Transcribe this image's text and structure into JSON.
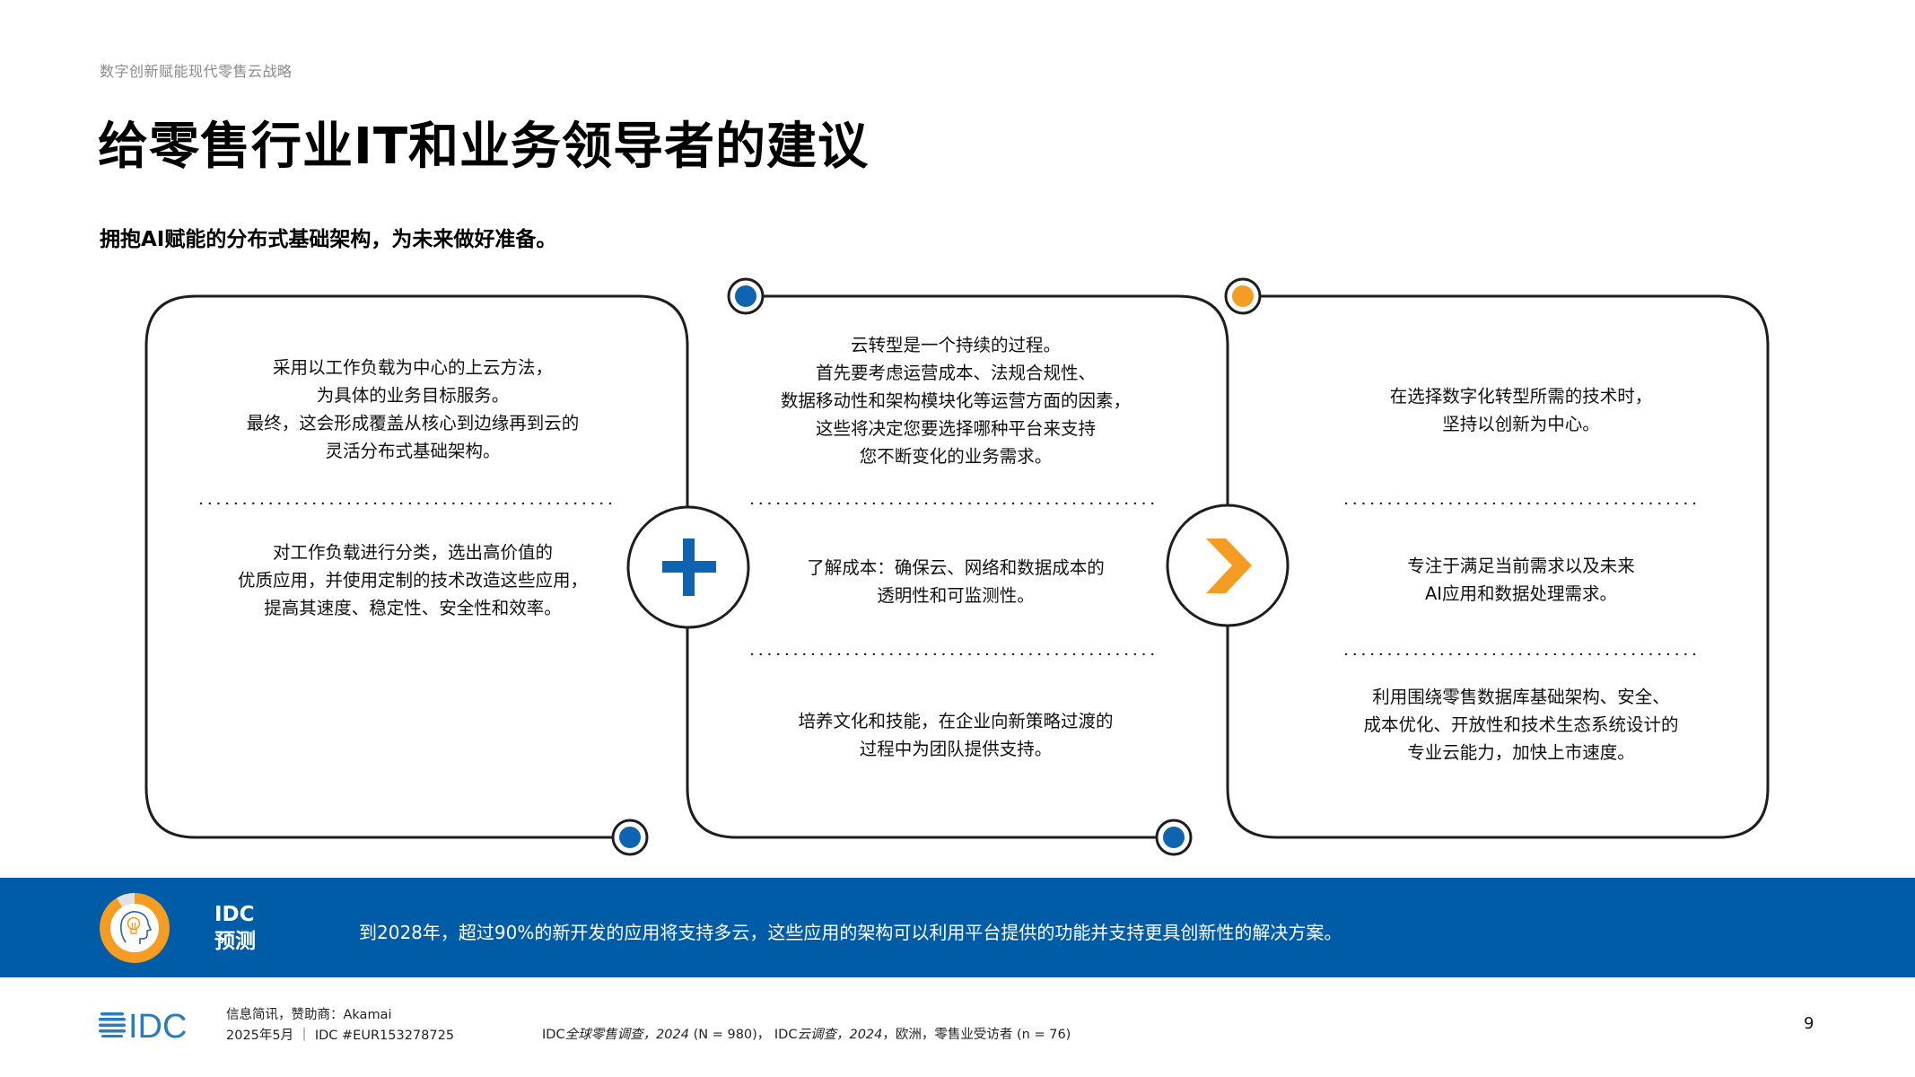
{
  "header": {
    "kicker": "数字创新赋能现代零售云战略",
    "title": "给零售行业IT和业务领导者的建议",
    "subtitle": "拥抱AI赋能的分布式基础架构，为未来做好准备。"
  },
  "colors": {
    "blue": "#0e64b0",
    "orange": "#f59c22",
    "banner": "#005ca6",
    "stroke": "#1e1e1e"
  },
  "cards": [
    {
      "blocks": [
        [
          "采用以工作负载为中心的上云方法，",
          "为具体的业务目标服务。",
          "最终，这会形成覆盖从核心到边缘再到云的",
          "灵活分布式基础架构。"
        ],
        [
          "对工作负载进行分类，选出高价值的",
          "优质应用，并使用定制的技术改造这些应用，",
          "提高其速度、稳定性、安全性和效率。"
        ]
      ]
    },
    {
      "blocks": [
        [
          "云转型是一个持续的过程。",
          "首先要考虑运营成本、法规合规性、",
          "数据移动性和架构模块化等运营方面的因素，",
          "这些将决定您要选择哪种平台来支持",
          "您不断变化的业务需求。"
        ],
        [
          "了解成本：确保云、网络和数据成本的",
          "透明性和可监测性。"
        ],
        [
          "培养文化和技能，在企业向新策略过渡的",
          "过程中为团队提供支持。"
        ]
      ]
    },
    {
      "blocks": [
        [
          "在选择数字化转型所需的技术时，",
          "坚持以创新为中心。"
        ],
        [
          "专注于满足当前需求以及未来",
          "AI应用和数据处理需求。"
        ],
        [
          "利用围绕零售数据库基础架构、安全、",
          "成本优化、开放性和技术生态系统设计的",
          "专业云能力，加快上市速度。"
        ]
      ]
    }
  ],
  "connectors": {
    "plus_icon": "plus-icon",
    "chevron_icon": "chevron-right-icon"
  },
  "banner": {
    "label_line1": "IDC",
    "label_line2": "预测",
    "text": "到2028年，超过90%的新开发的应用将支持多云，这些应用的架构可以利用平台提供的功能并支持更具创新性的解决方案。",
    "icon": "lightbulb-head-icon"
  },
  "footer": {
    "logo": "IDC",
    "meta_line1": "信息简讯，赞助商：Akamai",
    "meta_line2": "2025年5月 ｜ IDC #EUR153278725",
    "source_part1": "IDC",
    "source_part1_italic": "全球零售调查，2024",
    "source_part2": " (N = 980)，  IDC",
    "source_part2_italic": "云调查，2024",
    "source_part3": "，欧洲，零售业受访者 (n = 76)",
    "page_number": "9"
  }
}
